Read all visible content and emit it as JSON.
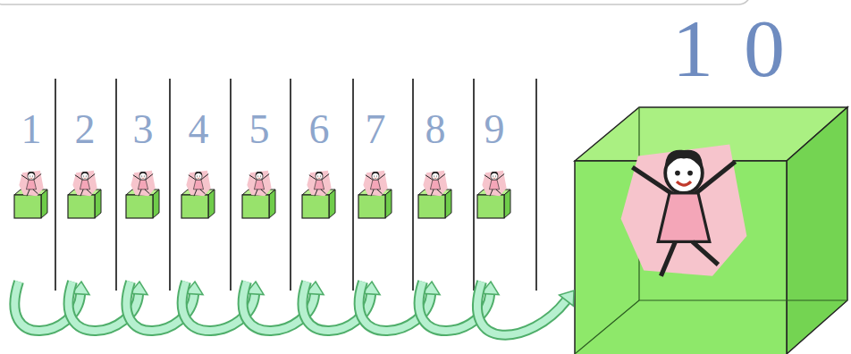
{
  "diagram": {
    "nodes": [
      {
        "text": [
          "1"
        ]
      },
      {
        "text": [
          "2"
        ]
      },
      {
        "text": [
          "3"
        ]
      },
      {
        "text": [
          "4"
        ]
      },
      {
        "text": [
          "5"
        ]
      },
      {
        "text": [
          "6"
        ]
      },
      {
        "text": [
          "7"
        ]
      },
      {
        "text": [
          "8"
        ]
      },
      {
        "text": [
          "9"
        ]
      },
      {
        "text": [
          "10"
        ]
      }
    ],
    "edges": [
      {
        "from": 0,
        "to": 1,
        "arrow": "to"
      },
      {
        "from": 1,
        "to": 2,
        "arrow": "to"
      },
      {
        "from": 2,
        "to": 3,
        "arrow": "to"
      },
      {
        "from": 3,
        "to": 4,
        "arrow": "to"
      },
      {
        "from": 4,
        "to": 5,
        "arrow": "to"
      },
      {
        "from": 5,
        "to": 6,
        "arrow": "to"
      },
      {
        "from": 6,
        "to": 7,
        "arrow": "to"
      },
      {
        "from": 7,
        "to": 8,
        "arrow": "to"
      },
      {
        "from": 8,
        "to": 9,
        "arrow": "to"
      }
    ]
  }
}
